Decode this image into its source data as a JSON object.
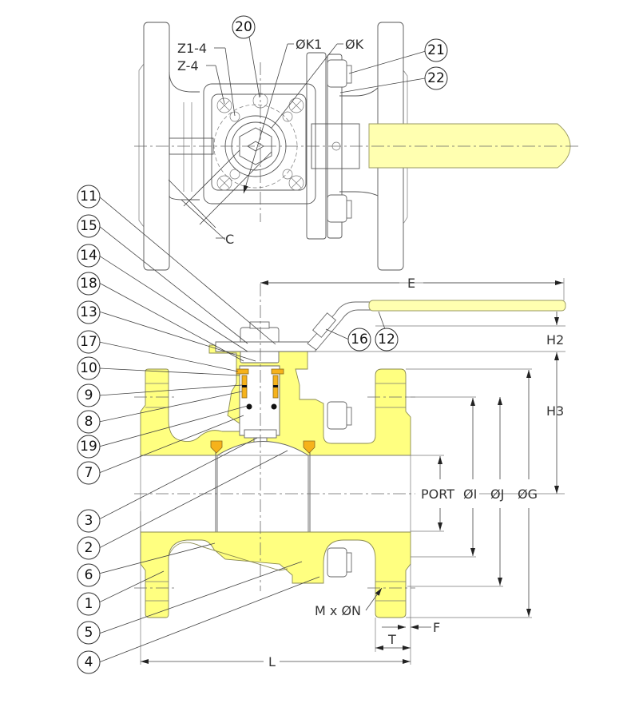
{
  "drawing": {
    "colors": {
      "body": "#ffff80",
      "seat": "#f6b21b",
      "handle": "#ffffb0",
      "line": "#555555"
    },
    "top_view": {
      "callouts": [
        {
          "id": "20",
          "label": "20"
        },
        {
          "id": "21",
          "label": "21"
        },
        {
          "id": "22",
          "label": "22"
        }
      ],
      "dimensions": {
        "z1": "Z1-4",
        "z": "Z-4",
        "k1": "ØK1",
        "k": "ØK",
        "c": "C"
      }
    },
    "section_view": {
      "callouts_left": [
        {
          "id": "11",
          "label": "11"
        },
        {
          "id": "15",
          "label": "15"
        },
        {
          "id": "14",
          "label": "14"
        },
        {
          "id": "18",
          "label": "18"
        },
        {
          "id": "13",
          "label": "13"
        },
        {
          "id": "17",
          "label": "17"
        },
        {
          "id": "10",
          "label": "10"
        },
        {
          "id": "9",
          "label": "9"
        },
        {
          "id": "8",
          "label": "8"
        },
        {
          "id": "19",
          "label": "19"
        },
        {
          "id": "7",
          "label": "7"
        },
        {
          "id": "3",
          "label": "3"
        },
        {
          "id": "2",
          "label": "2"
        },
        {
          "id": "6",
          "label": "6"
        },
        {
          "id": "1",
          "label": "1"
        },
        {
          "id": "5",
          "label": "5"
        },
        {
          "id": "4",
          "label": "4"
        }
      ],
      "callouts_handle": [
        {
          "id": "16",
          "label": "16"
        },
        {
          "id": "12",
          "label": "12"
        }
      ],
      "dimensions": {
        "e": "E",
        "h2": "H2",
        "h3": "H3",
        "port": "PORT",
        "i": "ØI",
        "j": "ØJ",
        "g": "ØG",
        "mn": "M x ØN",
        "f": "F",
        "t": "T",
        "l": "L"
      }
    }
  }
}
